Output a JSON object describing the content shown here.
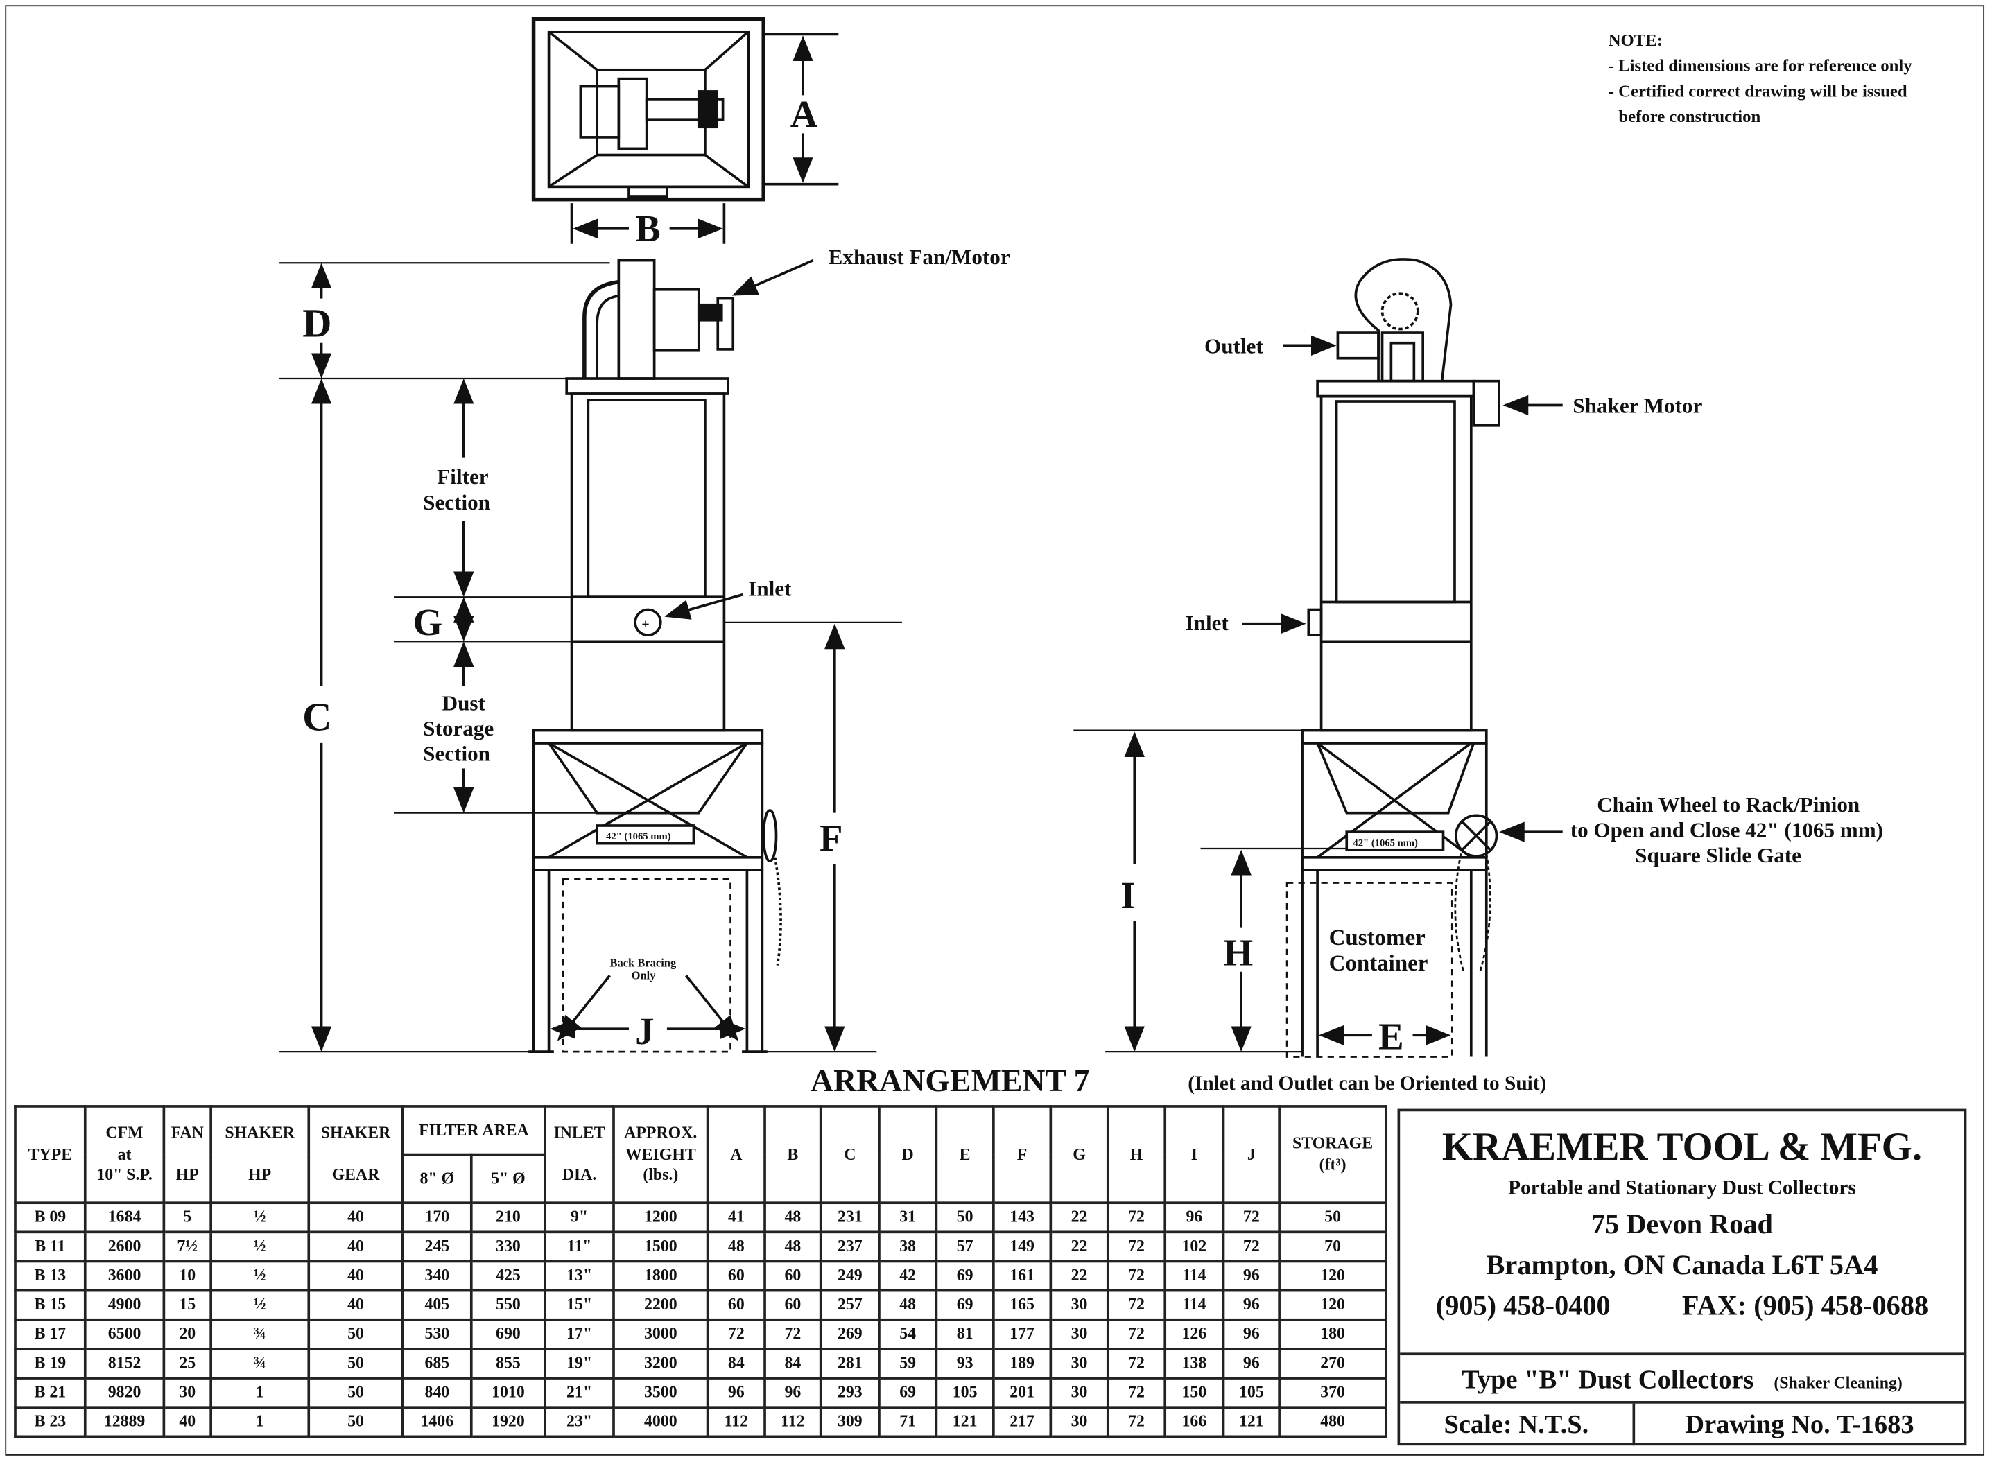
{
  "note": {
    "title": "NOTE:",
    "lines": [
      "- Listed dimensions are for reference only",
      "- Certified correct drawing will be issued",
      "before construction"
    ]
  },
  "labels": {
    "exhaust": "Exhaust Fan/Motor",
    "filter1": "Filter",
    "filter2": "Section",
    "inlet": "Inlet",
    "dust1": "Dust",
    "dust2": "Storage",
    "dust3": "Section",
    "gate": "42\" (1065 mm)",
    "bracing1": "Back Bracing",
    "bracing2": "Only",
    "outlet": "Outlet",
    "shaker_motor": "Shaker Motor",
    "chain1": "Chain Wheel to Rack/Pinion",
    "chain2": "to Open and Close 42\" (1065 mm)",
    "chain3": "Square Slide Gate",
    "container1": "Customer",
    "container2": "Container"
  },
  "dims": {
    "A": "A",
    "B": "B",
    "C": "C",
    "D": "D",
    "E": "E",
    "F": "F",
    "G": "G",
    "H": "H",
    "I": "I",
    "J": "J"
  },
  "arrangement": "ARRANGEMENT 7",
  "arrangement_note": "(Inlet and Outlet can be Oriented to Suit)",
  "table": {
    "headers": {
      "type": "TYPE",
      "cfm": [
        "CFM",
        "at",
        "10\" S.P."
      ],
      "fan": [
        "FAN",
        "HP"
      ],
      "shaker_hp": [
        "SHAKER",
        "HP"
      ],
      "shaker_gear": [
        "SHAKER",
        "GEAR"
      ],
      "filter_area": "FILTER AREA",
      "f8": "8\" Ø",
      "f5": "5\" Ø",
      "inlet": [
        "INLET",
        "DIA."
      ],
      "weight": [
        "APPROX.",
        "WEIGHT",
        "(lbs.)"
      ],
      "dims": [
        "A",
        "B",
        "C",
        "D",
        "E",
        "F",
        "G",
        "H",
        "I",
        "J"
      ],
      "storage": [
        "STORAGE",
        "(ft³)"
      ]
    },
    "rows": [
      [
        "B 09",
        "1684",
        "5",
        "½",
        "40",
        "170",
        "210",
        "9\"",
        "1200",
        "41",
        "48",
        "231",
        "31",
        "50",
        "143",
        "22",
        "72",
        "96",
        "72",
        "50"
      ],
      [
        "B 11",
        "2600",
        "7½",
        "½",
        "40",
        "245",
        "330",
        "11\"",
        "1500",
        "48",
        "48",
        "237",
        "38",
        "57",
        "149",
        "22",
        "72",
        "102",
        "72",
        "70"
      ],
      [
        "B 13",
        "3600",
        "10",
        "½",
        "40",
        "340",
        "425",
        "13\"",
        "1800",
        "60",
        "60",
        "249",
        "42",
        "69",
        "161",
        "22",
        "72",
        "114",
        "96",
        "120"
      ],
      [
        "B 15",
        "4900",
        "15",
        "½",
        "40",
        "405",
        "550",
        "15\"",
        "2200",
        "60",
        "60",
        "257",
        "48",
        "69",
        "165",
        "30",
        "72",
        "114",
        "96",
        "120"
      ],
      [
        "B 17",
        "6500",
        "20",
        "¾",
        "50",
        "530",
        "690",
        "17\"",
        "3000",
        "72",
        "72",
        "269",
        "54",
        "81",
        "177",
        "30",
        "72",
        "126",
        "96",
        "180"
      ],
      [
        "B 19",
        "8152",
        "25",
        "¾",
        "50",
        "685",
        "855",
        "19\"",
        "3200",
        "84",
        "84",
        "281",
        "59",
        "93",
        "189",
        "30",
        "72",
        "138",
        "96",
        "270"
      ],
      [
        "B 21",
        "9820",
        "30",
        "1",
        "50",
        "840",
        "1010",
        "21\"",
        "3500",
        "96",
        "96",
        "293",
        "69",
        "105",
        "201",
        "30",
        "72",
        "150",
        "105",
        "370"
      ],
      [
        "B 23",
        "12889",
        "40",
        "1",
        "50",
        "1406",
        "1920",
        "23\"",
        "4000",
        "112",
        "112",
        "309",
        "71",
        "121",
        "217",
        "30",
        "72",
        "166",
        "121",
        "480"
      ]
    ]
  },
  "title_block": {
    "company": "KRAEMER TOOL & MFG.",
    "tagline": "Portable and Stationary Dust Collectors",
    "address1": "75 Devon Road",
    "address2": "Brampton, ON  Canada  L6T 5A4",
    "phone": "(905) 458-0400",
    "fax": "FAX: (905) 458-0688",
    "type": "Type \"B\" Dust Collectors",
    "type_note": "(Shaker Cleaning)",
    "scale": "Scale: N.T.S.",
    "drawing_no": "Drawing No.  T-1683"
  }
}
